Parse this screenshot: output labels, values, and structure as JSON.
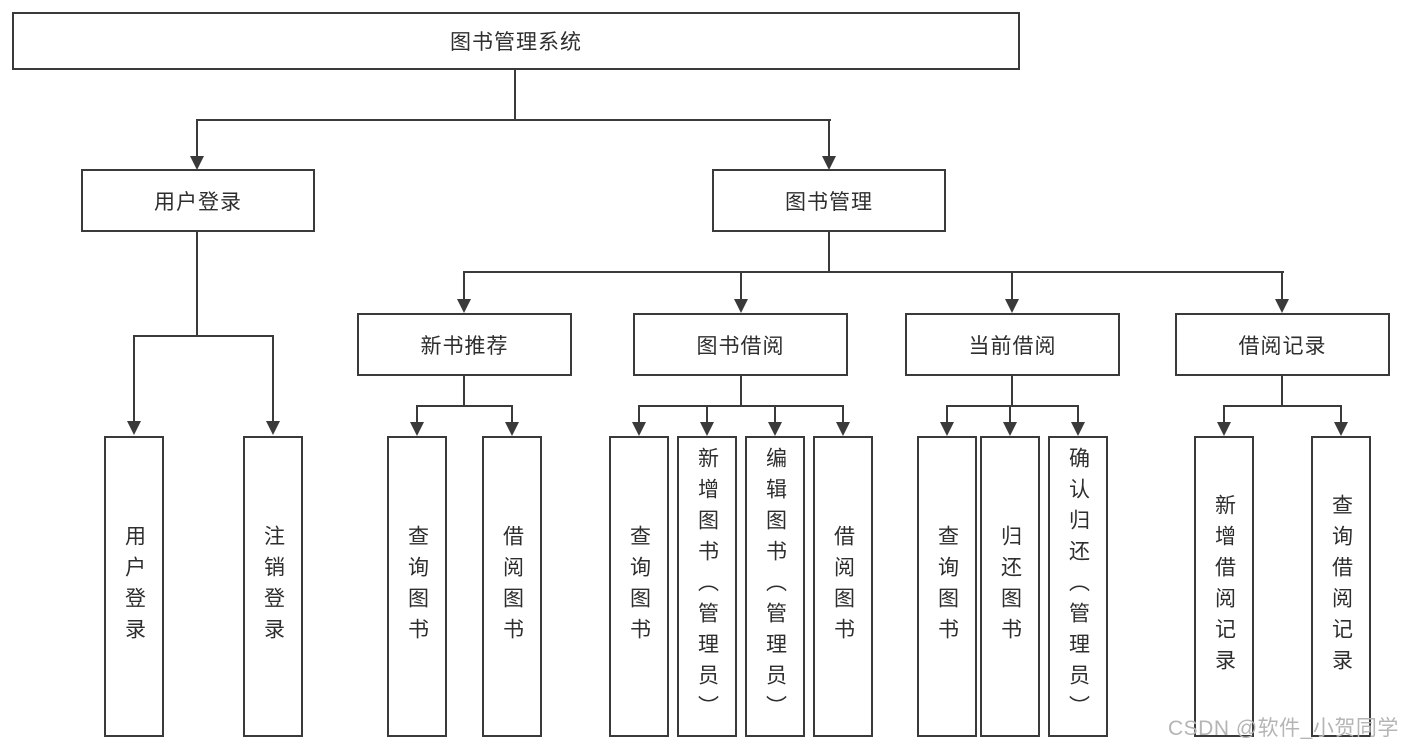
{
  "tree": {
    "label": "图书管理系统",
    "children": [
      {
        "label": "用户登录",
        "children": [
          {
            "label": "用户登录"
          },
          {
            "label": "注销登录"
          }
        ]
      },
      {
        "label": "图书管理",
        "children": [
          {
            "label": "新书推荐",
            "children": [
              {
                "label": "查询图书"
              },
              {
                "label": "借阅图书"
              }
            ]
          },
          {
            "label": "图书借阅",
            "children": [
              {
                "label": "查询图书"
              },
              {
                "label": "新增图书（管理员）"
              },
              {
                "label": "编辑图书（管理员）"
              },
              {
                "label": "借阅图书"
              }
            ]
          },
          {
            "label": "当前借阅",
            "children": [
              {
                "label": "查询图书"
              },
              {
                "label": "归还图书"
              },
              {
                "label": "确认归还（管理员）"
              }
            ]
          },
          {
            "label": "借阅记录",
            "children": [
              {
                "label": "新增借阅记录"
              },
              {
                "label": "查询借阅记录"
              }
            ]
          }
        ]
      }
    ]
  },
  "watermark": {
    "text": "CSDN @软件_小贺同学"
  },
  "colors": {
    "line": "#3a3a3a",
    "text": "#2e2e2e",
    "watermark": "#b5b5b5",
    "background": "#ffffff"
  }
}
